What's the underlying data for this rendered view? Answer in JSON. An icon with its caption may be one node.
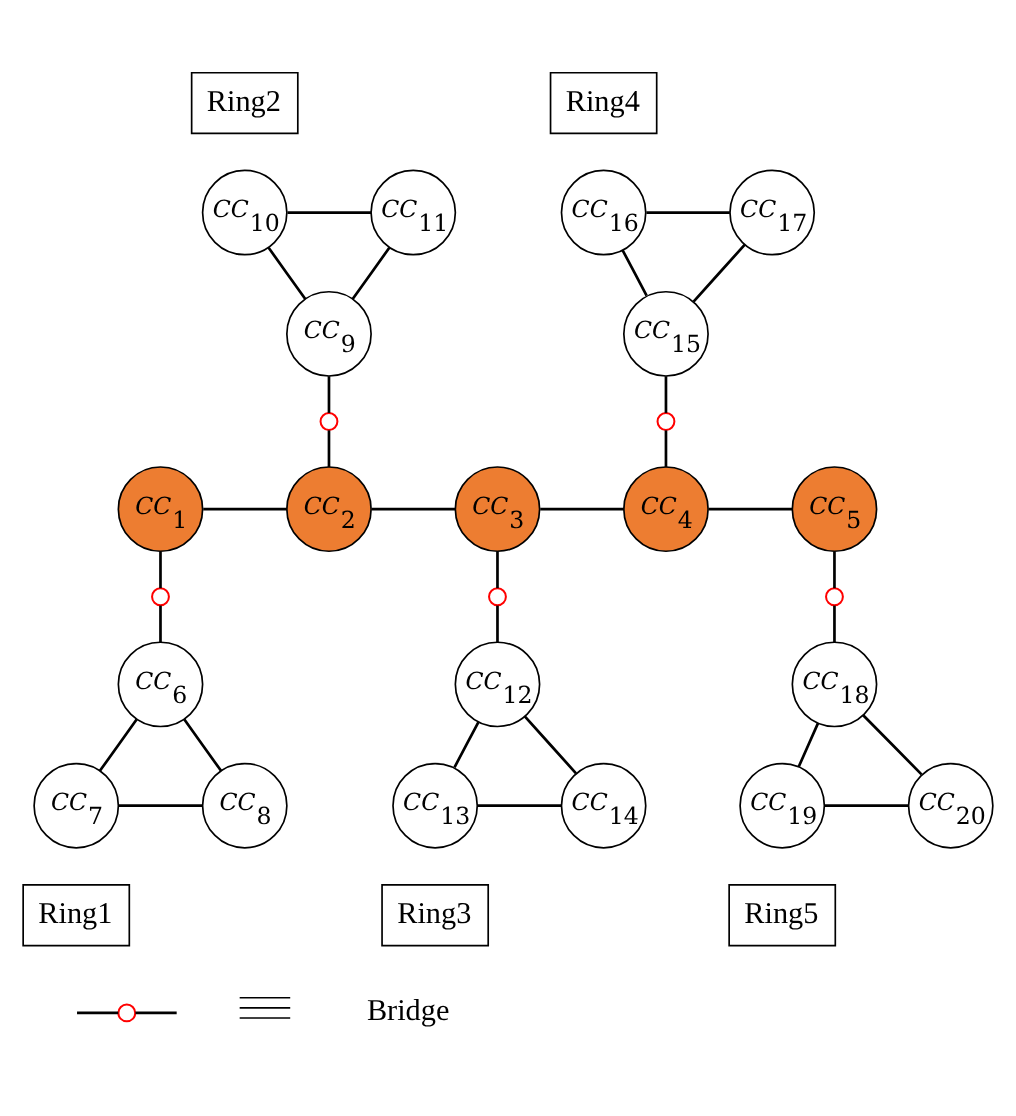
{
  "diagram": {
    "nodes": [
      {
        "text": [
          "Ring2"
        ]
      },
      {
        "text": [
          "Ring4"
        ]
      },
      {
        "text": [
          "CC$_{10}$"
        ]
      },
      {
        "text": [
          "CC$_{11}$"
        ]
      },
      {
        "text": [
          "CC$_{16}$"
        ]
      },
      {
        "text": [
          "CC$_{17}$"
        ]
      },
      {
        "text": [
          "CC$_{9}$"
        ]
      },
      {
        "text": [
          "CC$_{15}$"
        ]
      },
      {
        "text": [],
        "shape": "circle"
      },
      {
        "text": [],
        "shape": "circle"
      },
      {
        "text": [
          "CC$_{1}$"
        ]
      },
      {
        "text": [
          "CC$_{2}$"
        ]
      },
      {
        "text": [
          "CC$_{3}$"
        ]
      },
      {
        "text": [
          "CC$_{4}$"
        ]
      },
      {
        "text": [
          "CC$_{5}$"
        ]
      },
      {
        "text": [],
        "shape": "circle"
      },
      {
        "text": [],
        "shape": "circle"
      },
      {
        "text": [],
        "shape": "circle"
      },
      {
        "text": [
          "CC$_{6}$"
        ]
      },
      {
        "text": [
          "CC$_{12}$"
        ]
      },
      {
        "text": [
          "CC$_{18}$"
        ]
      },
      {
        "text": [
          "CC$_{7}$"
        ]
      },
      {
        "text": [
          "CC$_{8}$"
        ]
      },
      {
        "text": [
          "CC$_{13}$"
        ]
      },
      {
        "text": [
          "CC$_{14}$"
        ]
      },
      {
        "text": [
          "CC$_{19}$"
        ]
      },
      {
        "text": [
          "CC$_{20}$"
        ]
      },
      {
        "text": [
          "Ring1"
        ]
      },
      {
        "text": [
          "Ring3"
        ]
      },
      {
        "text": [
          "Ring5"
        ]
      }
    ],
    "edges": [
      {
        "from": 2,
        "to": 3,
        "arrow": "none"
      },
      {
        "from": 4,
        "to": 5,
        "arrow": "none"
      },
      {
        "from": 2,
        "to": 6,
        "arrow": "none"
      },
      {
        "from": 3,
        "to": 6,
        "arrow": "none"
      },
      {
        "from": 4,
        "to": 7,
        "arrow": "none"
      },
      {
        "from": 5,
        "to": 7,
        "arrow": "none"
      },
      {
        "from": 6,
        "to": 8,
        "arrow": "none"
      },
      {
        "from": 8,
        "to": 11,
        "arrow": "none"
      },
      {
        "from": 7,
        "to": 9,
        "arrow": "none"
      },
      {
        "from": 9,
        "to": 13,
        "arrow": "none"
      },
      {
        "from": 10,
        "to": 11,
        "arrow": "none"
      },
      {
        "from": 11,
        "to": 12,
        "arrow": "none"
      },
      {
        "from": 12,
        "to": 13,
        "arrow": "none"
      },
      {
        "from": 13,
        "to": 14,
        "arrow": "none"
      },
      {
        "from": 10,
        "to": 15,
        "arrow": "none"
      },
      {
        "from": 15,
        "to": 18,
        "arrow": "none"
      },
      {
        "from": 12,
        "to": 16,
        "arrow": "none"
      },
      {
        "from": 16,
        "to": 19,
        "arrow": "none"
      },
      {
        "from": 14,
        "to": 17,
        "arrow": "none"
      },
      {
        "from": 17,
        "to": 20,
        "arrow": "none"
      },
      {
        "from": 18,
        "to": 21,
        "arrow": "none"
      },
      {
        "from": 18,
        "to": 22,
        "arrow": "none"
      },
      {
        "from": 21,
        "to": 22,
        "arrow": "none"
      },
      {
        "from": 19,
        "to": 23,
        "arrow": "none"
      },
      {
        "from": 19,
        "to": 24,
        "arrow": "none"
      },
      {
        "from": 23,
        "to": 24,
        "arrow": "none"
      },
      {
        "from": 20,
        "to": 25,
        "arrow": "none"
      },
      {
        "from": 20,
        "to": 26,
        "arrow": "none"
      },
      {
        "from": 25,
        "to": 26,
        "arrow": "none"
      }
    ],
    "legend": [
      {
        "text": "Bridge"
      }
    ]
  }
}
